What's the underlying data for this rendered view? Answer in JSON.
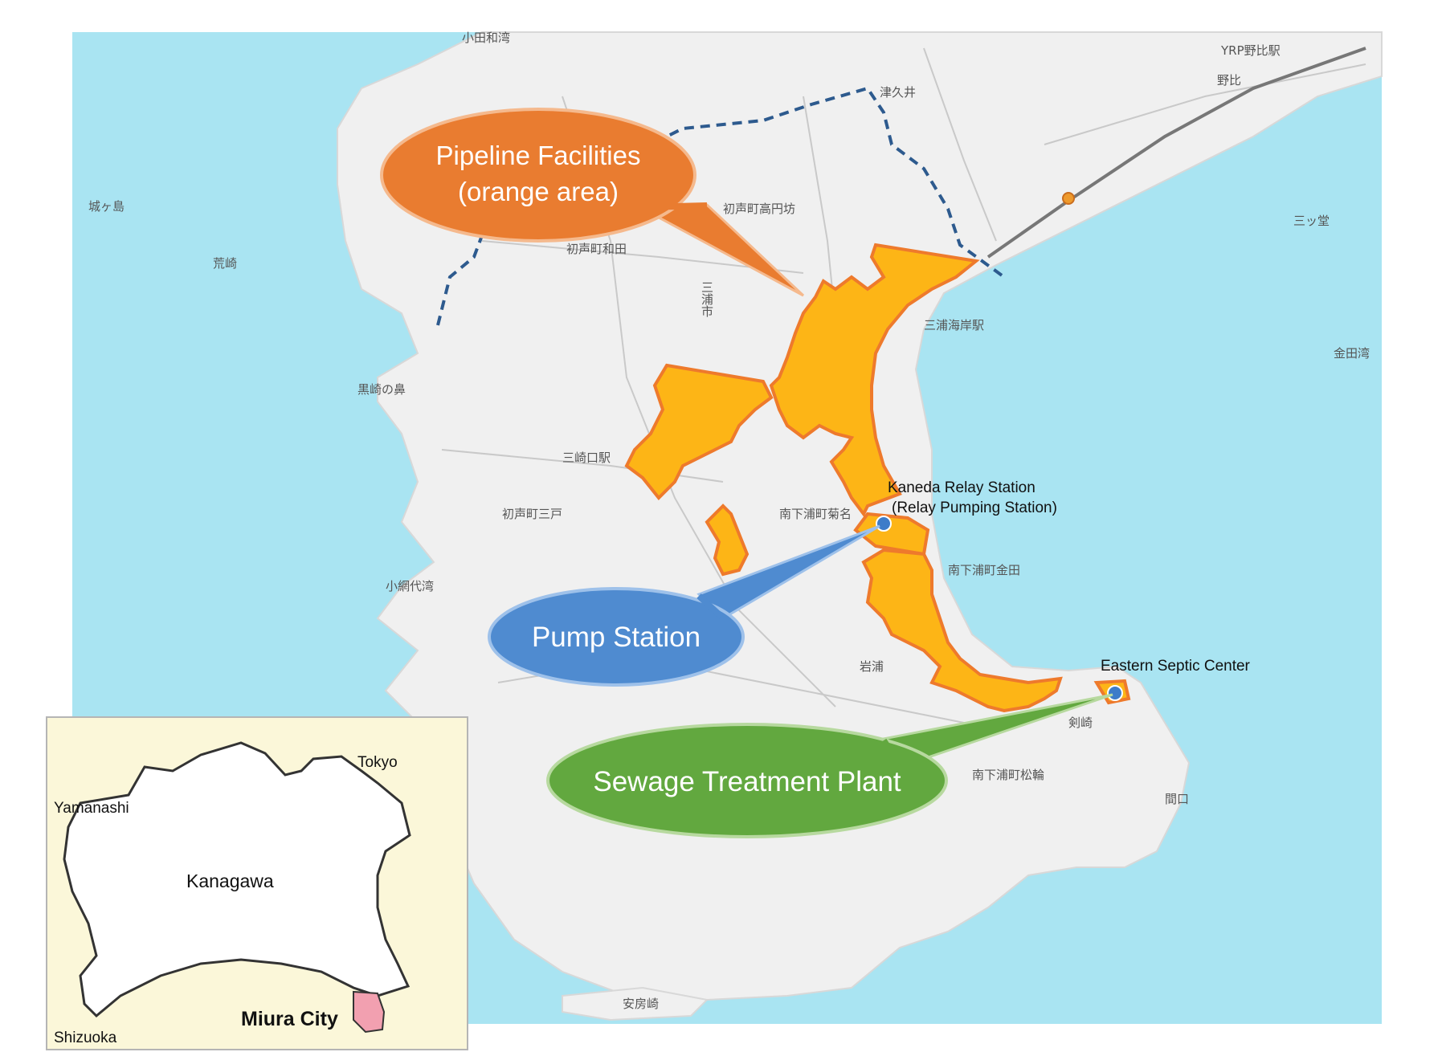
{
  "main_map": {
    "area_labels": [
      {
        "text": "小田和湾"
      },
      {
        "text": "荒崎"
      },
      {
        "text": "三浦市"
      },
      {
        "text": "初声町高円坊"
      },
      {
        "text": "初声町和田"
      },
      {
        "text": "三崎口駅"
      },
      {
        "text": "初声町三戸"
      },
      {
        "text": "南下浦町菊名"
      },
      {
        "text": "南下浦町金田"
      },
      {
        "text": "三浦海岸駅"
      },
      {
        "text": "津久井"
      },
      {
        "text": "野比"
      },
      {
        "text": "YRP野比駅"
      },
      {
        "text": "岩浦"
      },
      {
        "text": "南下浦町松輪"
      },
      {
        "text": "剣崎"
      },
      {
        "text": "間口"
      },
      {
        "text": "三ッ堂"
      },
      {
        "text": "金田湾"
      },
      {
        "text": "黒崎の鼻"
      },
      {
        "text": "小網代湾"
      },
      {
        "text": "安房崎"
      },
      {
        "text": "城ヶ島"
      }
    ],
    "callouts": {
      "pipeline": {
        "line1": "Pipeline Facilities",
        "line2": "(orange area)",
        "color": "#e97c30"
      },
      "pump": {
        "text": "Pump Station",
        "color": "#4f8bd0"
      },
      "sewage": {
        "text": "Sewage Treatment Plant",
        "color": "#62a83f"
      }
    },
    "stations": {
      "kaneda_line1": "Kaneda Relay Station",
      "kaneda_line2": "(Relay Pumping Station)",
      "eastern": "Eastern Septic Center"
    },
    "colors": {
      "sea": "#a9e4f2",
      "land": "#f0f0f0",
      "orange_area": "#fdb516",
      "orange_border": "#ee7a2c",
      "boundary": "#2d5a8e",
      "station_dot": "#3d7cc9"
    }
  },
  "inset_map": {
    "prefecture": "Kanagawa",
    "neighbors": {
      "tokyo": "Tokyo",
      "yamanashi": "Yamanashi",
      "shizuoka": "Shizuoka"
    },
    "city": "Miura City",
    "colors": {
      "background": "#fbf7d9",
      "highlight": "#f2a0b0"
    }
  }
}
